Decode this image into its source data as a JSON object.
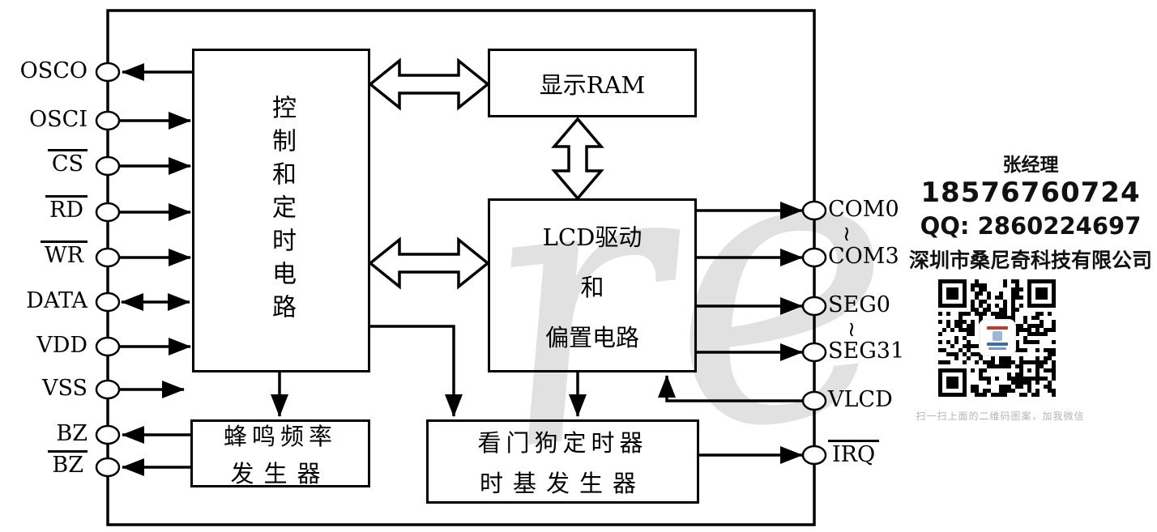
{
  "diagram": {
    "blocks": {
      "control": "控制和定时电路",
      "display_ram": "显示RAM",
      "lcd": [
        "LCD驱动",
        "和",
        "偏置电路"
      ],
      "buzzer": [
        "蜂鸣频率",
        "发生器"
      ],
      "watchdog": [
        "看门狗定时器",
        "时基发生器"
      ]
    },
    "pins_left": [
      {
        "label": "OSCO",
        "overline": false,
        "direction": "out"
      },
      {
        "label": "OSCI",
        "overline": false,
        "direction": "in"
      },
      {
        "label": "CS",
        "overline": true,
        "direction": "in"
      },
      {
        "label": "RD",
        "overline": true,
        "direction": "in"
      },
      {
        "label": "WR",
        "overline": true,
        "direction": "in"
      },
      {
        "label": "DATA",
        "overline": false,
        "direction": "bidirectional"
      },
      {
        "label": "VDD",
        "overline": false,
        "direction": "in"
      },
      {
        "label": "VSS",
        "overline": false,
        "direction": "in"
      },
      {
        "label": "BZ",
        "overline": false,
        "direction": "out"
      },
      {
        "label": "BZ",
        "overline": true,
        "direction": "out"
      }
    ],
    "pins_right": [
      {
        "label": "COM0",
        "overline": false
      },
      {
        "label": "~",
        "overline": false
      },
      {
        "label": "COM3",
        "overline": false
      },
      {
        "label": "SEG0",
        "overline": false
      },
      {
        "label": "~",
        "overline": false
      },
      {
        "label": "SEG31",
        "overline": false
      },
      {
        "label": "VLCD",
        "overline": false
      },
      {
        "label": "IRQ",
        "overline": true
      }
    ]
  },
  "watermark": {
    "text": "re"
  },
  "contact": {
    "name": "张经理",
    "phone": "18576760724",
    "qq": "QQ:  2860224697",
    "company": "深圳市桑尼奇科技有限公司",
    "qr_caption": "扫一扫上面的二维码图案，加我微信"
  },
  "colors": {
    "line": "#000000",
    "background": "#ffffff",
    "watermark": "#dadada",
    "caption_gray": "#b4b4b4"
  }
}
